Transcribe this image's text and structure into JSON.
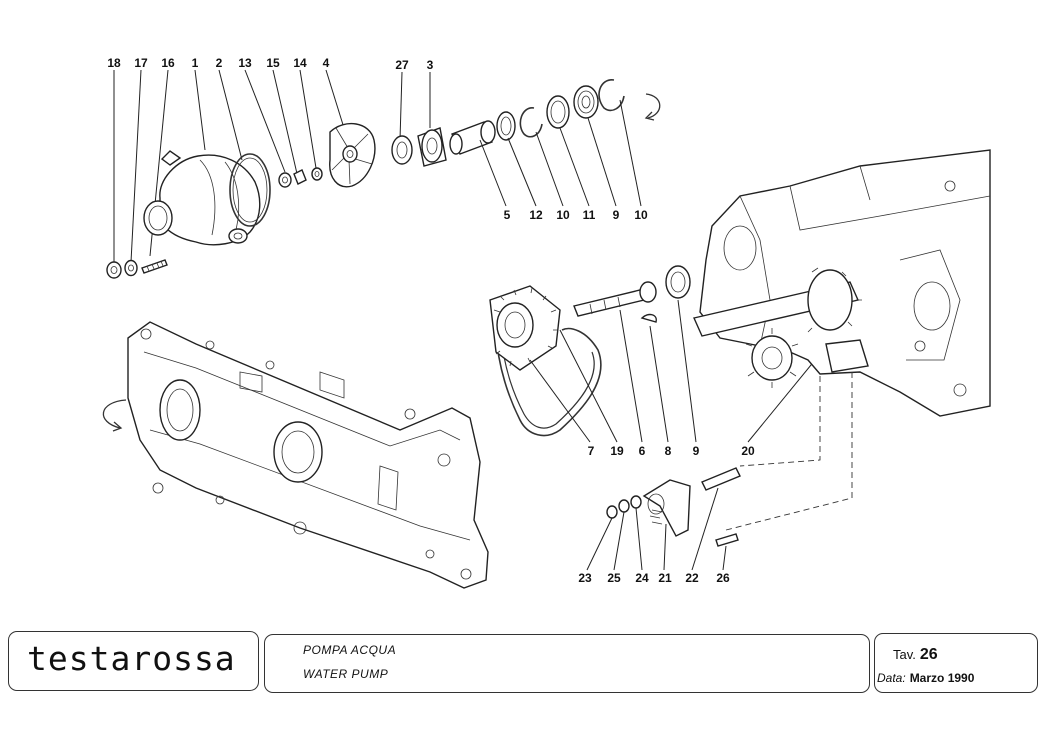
{
  "brand": "testarossa",
  "title": {
    "italian": "POMPA ACQUA",
    "english": "WATER PUMP"
  },
  "table_ref": {
    "label": "Tav.",
    "number": "26",
    "date_label": "Data:",
    "date_value": "Marzo 1990"
  },
  "callouts": {
    "c18": "18",
    "c17": "17",
    "c16": "16",
    "c1": "1",
    "c2": "2",
    "c13": "13",
    "c15": "15",
    "c14": "14",
    "c4": "4",
    "c27": "27",
    "c3": "3",
    "c5": "5",
    "c12": "12",
    "c10a": "10",
    "c11": "11",
    "c9a": "9",
    "c10b": "10",
    "c7": "7",
    "c19": "19",
    "c6": "6",
    "c8": "8",
    "c9b": "9",
    "c20": "20",
    "c23": "23",
    "c25": "25",
    "c24": "24",
    "c21": "21",
    "c22": "22",
    "c26": "26"
  }
}
